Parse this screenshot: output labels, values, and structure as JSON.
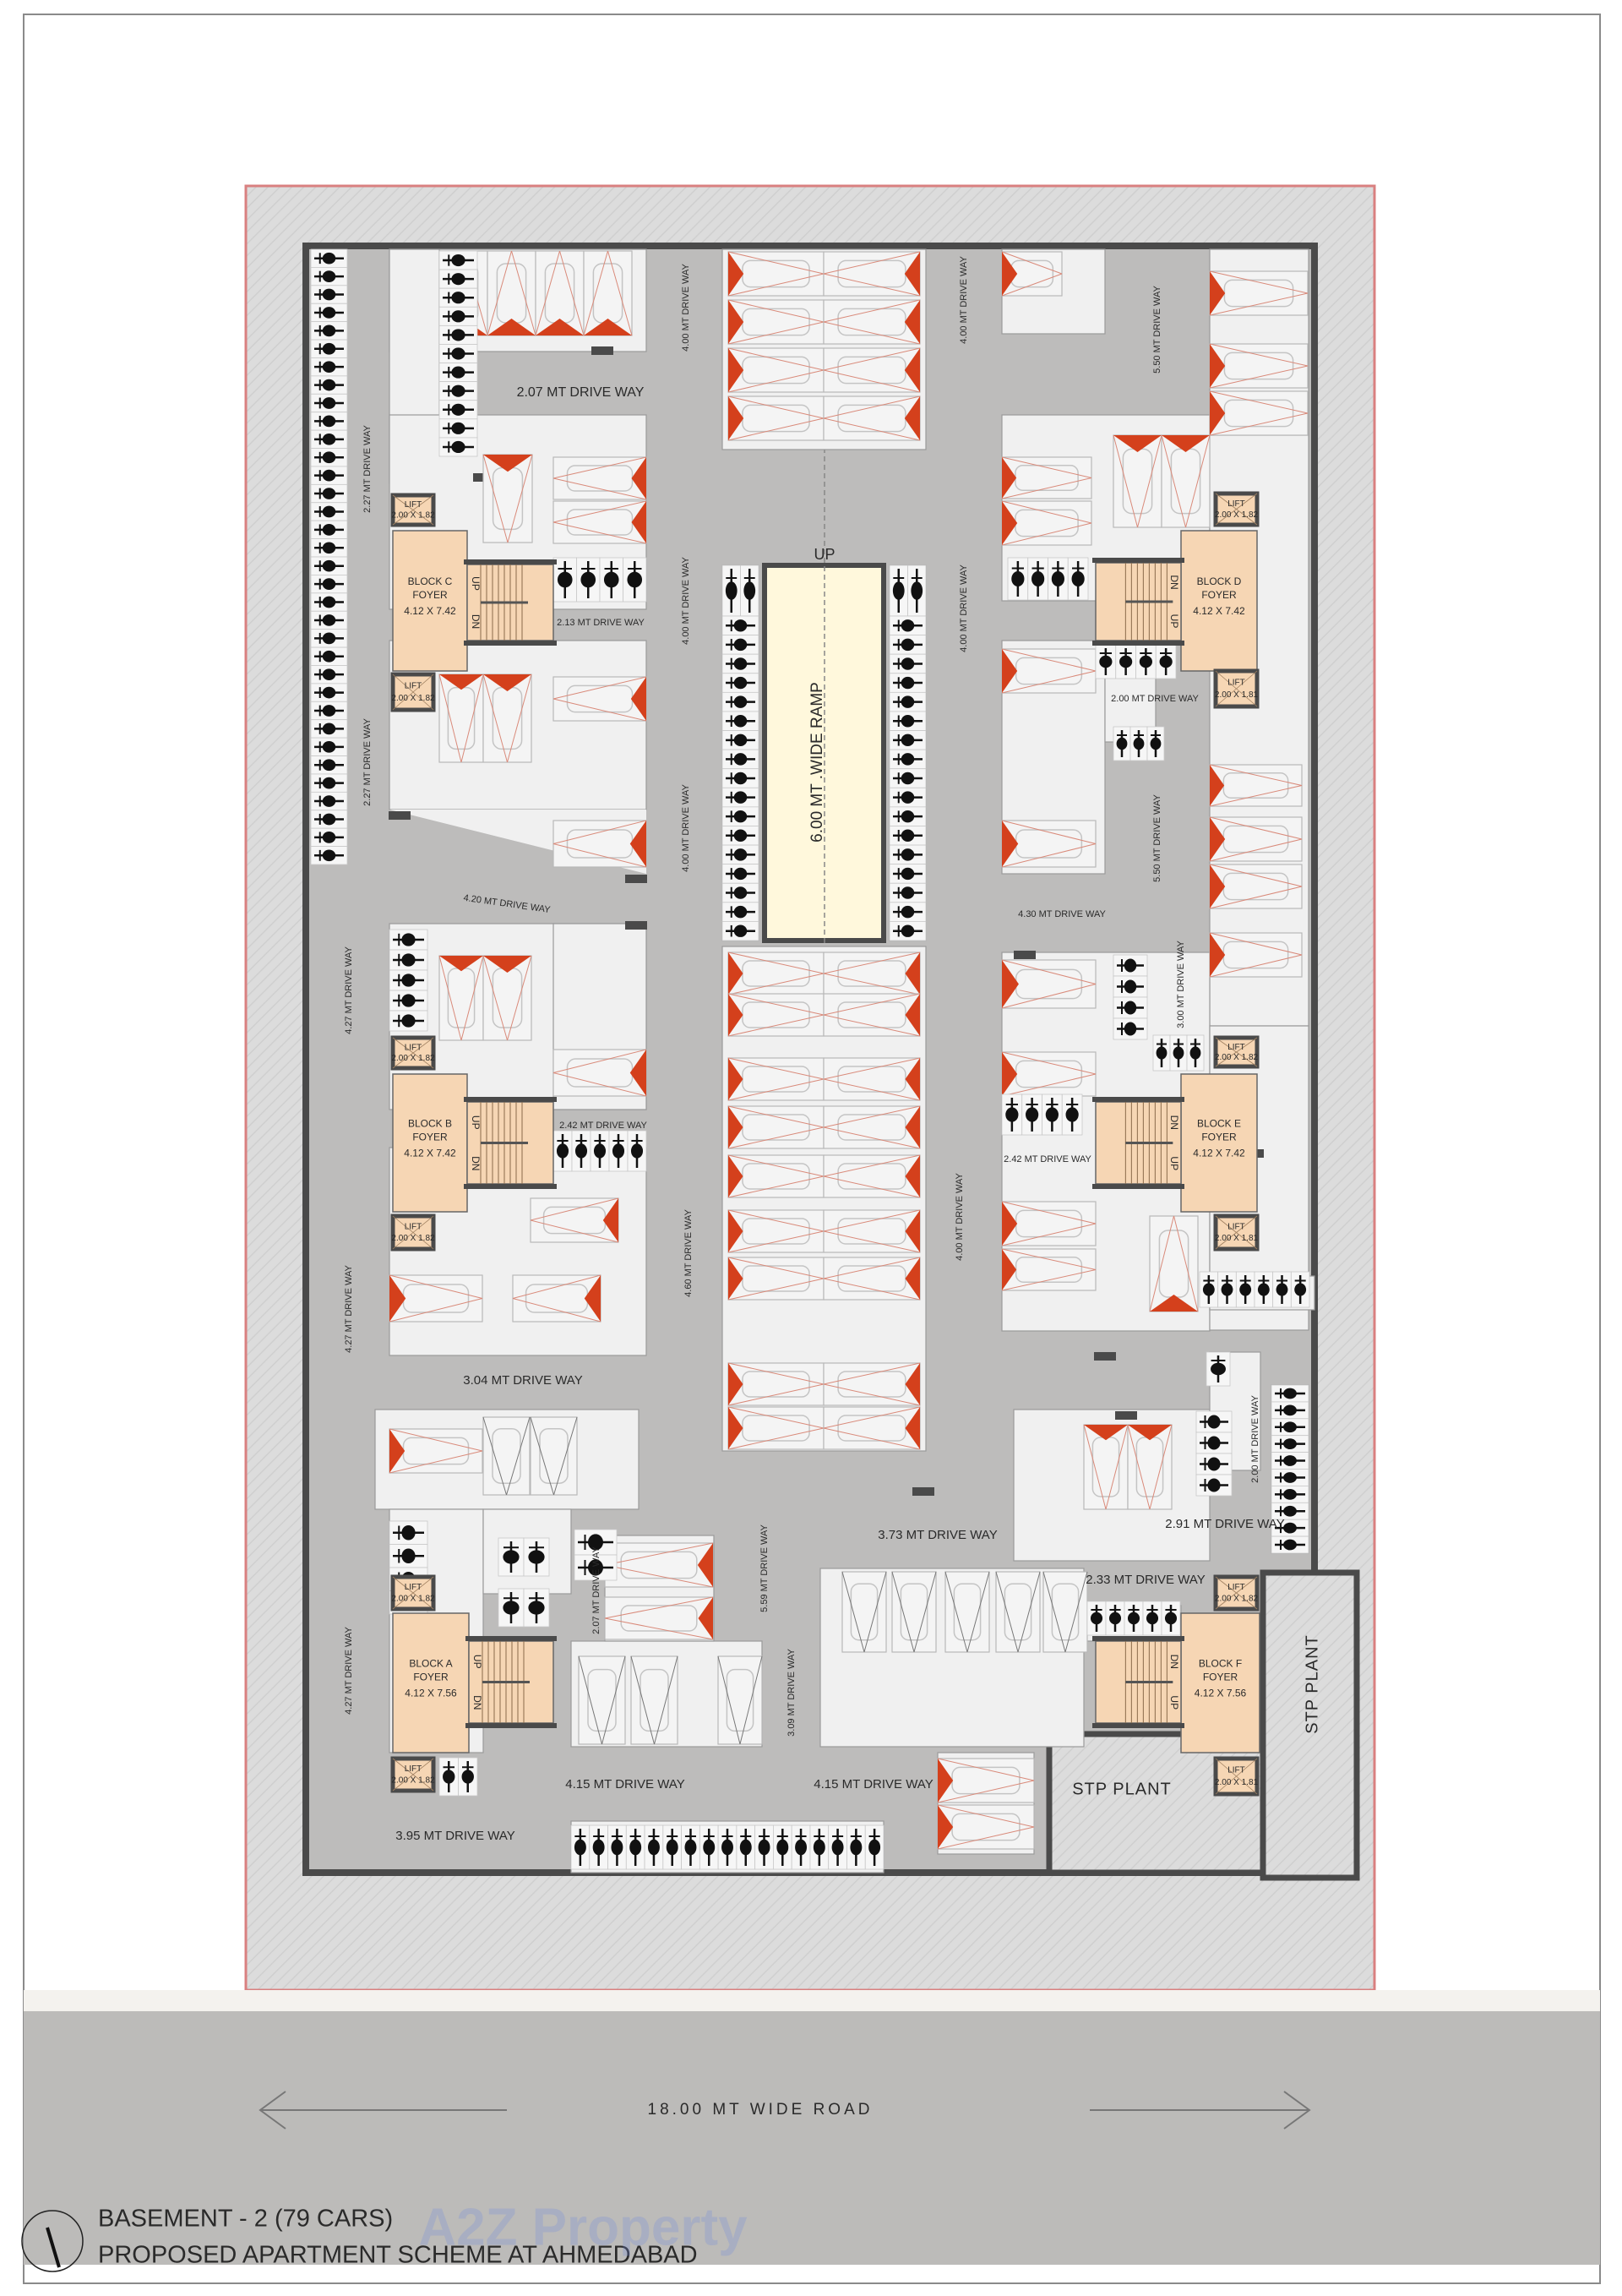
{
  "title": {
    "line1": "BASEMENT - 2 (79 CARS)",
    "line2": "PROPOSED APARTMENT SCHEME AT AHMEDABAD"
  },
  "watermark": "A2Z Property",
  "road": {
    "label": "18.00 MT WIDE ROAD"
  },
  "ramp": {
    "label": "6.00 MT .WIDE RAMP",
    "up_label": "UP"
  },
  "stp": {
    "label_bottom": "STP PLANT",
    "label_right": "STP PLANT"
  },
  "stair": {
    "up": "UP",
    "dn": "DN"
  },
  "lift": {
    "label": "LIFT"
  },
  "blocks": [
    {
      "name": "BLOCK C",
      "foyer": "FOYER",
      "size": "4.12 X 7.42",
      "lift_top": "2.00 X 1.82",
      "lift_bottom": "2.00 X 1.82"
    },
    {
      "name": "BLOCK B",
      "foyer": "FOYER",
      "size": "4.12 X 7.42",
      "lift_top": "2.00 X 1.82",
      "lift_bottom": "2.00 X 1.82"
    },
    {
      "name": "BLOCK A",
      "foyer": "FOYER",
      "size": "4.12 X 7.56",
      "lift_top": "2.00 X 1.82",
      "lift_bottom": "2.00 X 1.82"
    },
    {
      "name": "BLOCK D",
      "foyer": "FOYER",
      "size": "4.12 X 7.42",
      "lift_top": "2.00 X 1.82",
      "lift_bottom": "2.00 X 1.81"
    },
    {
      "name": "BLOCK E",
      "foyer": "FOYER",
      "size": "4.12 X 7.42",
      "lift_top": "2.00 X 1.82",
      "lift_bottom": "2.00 X 1.81"
    },
    {
      "name": "BLOCK F",
      "foyer": "FOYER",
      "size": "4.12 X 7.56",
      "lift_top": "2.00 X 1.82",
      "lift_bottom": "2.00 X 1.81"
    }
  ],
  "drive_ways": [
    "2.07 MT  DRIVE WAY",
    "2.27 MT  DRIVE WAY",
    "2.27 MT  DRIVE WAY",
    "4.00 MT  DRIVE WAY",
    "4.00 MT  DRIVE WAY",
    "4.00 MT  DRIVE WAY",
    "4.00 MT  DRIVE WAY",
    "4.00 MT  DRIVE WAY",
    "4.00 MT  DRIVE WAY",
    "5.50 MT DRIVE WAY",
    "5.50 MT DRIVE WAY",
    "2.13 MT DRIVE WAY",
    "2.00 MT DRIVE WAY",
    "4.20 MT DRIVE WAY",
    "4.30 MT DRIVE WAY",
    "4.27 MT  DRIVE WAY",
    "4.27 MT  DRIVE WAY",
    "4.27 MT  DRIVE WAY",
    "3.00 MT DRIVE WAY",
    "2.42 MT DRIVE WAY",
    "2.42 MT DRIVE WAY",
    "4.60 MT DRIVE WAY",
    "3.04 MT  DRIVE WAY",
    "2.00 MT DRIVE WAY",
    "2.91 MT DRIVE WAY",
    "3.73 MT DRIVE WAY",
    "2.33 MT DRIVE WAY",
    "2.07 MT DRIVE WAY",
    "5.59 MT DRIVE WAY",
    "3.09 MT DRIVE WAY",
    "4.15 MT  DRIVE WAY",
    "4.15 MT  DRIVE WAY",
    "3.95 MT  DRIVE WAY"
  ],
  "colors": {
    "driveway": "#bdbcbb",
    "parking_floor": "#f0f0f0",
    "foyer": "#f6d6b4",
    "ramp": "#fff8dc",
    "wall": "#4a4a4a",
    "car_marker": "#d4401c",
    "road": "#bcbbb9",
    "plot_boundary": "#d98080"
  }
}
